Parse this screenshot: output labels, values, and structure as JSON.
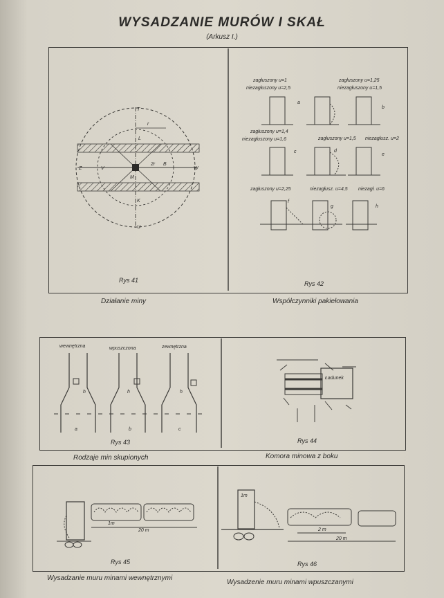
{
  "header": {
    "title": "WYSADZANIE MURÓW I SKAŁ",
    "subtitle": "(Arkusz I.)"
  },
  "figures": {
    "rys41": {
      "label": "Rys 41",
      "caption": "Działanie miny",
      "marks": [
        "T",
        "r",
        "L",
        "Z",
        "V",
        "2r",
        "B",
        "W",
        "M",
        "K",
        "U"
      ]
    },
    "rys42": {
      "label": "Rys 42",
      "caption": "Współczynniki pakiełowania",
      "notes": [
        "zagłuszony u=1",
        "niezagłuszony u=2,5",
        "zagłuszony u=1,25",
        "niezagłuszony u=1,5",
        "zagłuszony u=1,4",
        "niezagłuszony u=1,6",
        "zagłuszony u=1,5",
        "niezagłusz. u=2",
        "zagłuszony u=2,25",
        "niezagłusz. u=4,5",
        "niezagł. u=6"
      ],
      "letters": [
        "a",
        "b",
        "c",
        "d",
        "e",
        "f",
        "g",
        "h"
      ]
    },
    "rys43": {
      "label": "Rys 43",
      "caption": "Rodzaje min skupionych",
      "heads": [
        "wewnętrzna",
        "wpuszczona",
        "zewnętrzna"
      ],
      "letters": [
        "a",
        "b",
        "c"
      ],
      "mark": "h"
    },
    "rys44": {
      "label": "Rys 44",
      "caption": "Komora minowa z boku",
      "mark": "Ładunek"
    },
    "rys45": {
      "label": "Rys 45",
      "caption": "Wysadzanie muru minami wewnętrznymi",
      "marks": [
        "1m",
        "20 m"
      ]
    },
    "rys46": {
      "label": "Rys 46",
      "caption": "Wysadzenie muru minami wpuszczanymi",
      "marks": [
        "1m",
        "2 m",
        "20 m"
      ]
    }
  }
}
